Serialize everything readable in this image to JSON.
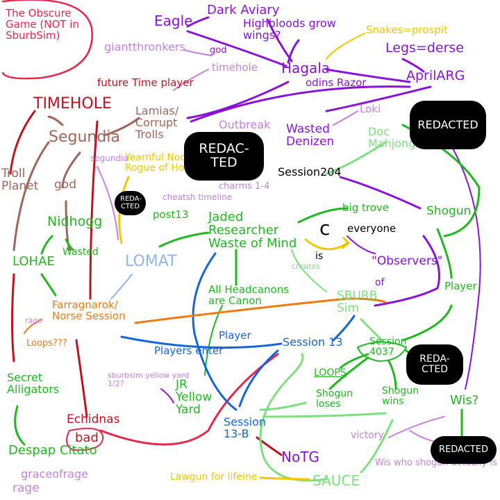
{
  "colors": {
    "red": "#e8264a",
    "darkred": "#c0121c",
    "purple": "#8a12d8",
    "lilac": "#c77fe0",
    "brown": "#a0645a",
    "green": "#1fb81f",
    "lightgreen": "#7de07d",
    "blue": "#1565d8",
    "lightblue": "#8fb4ee",
    "orange": "#f07a10",
    "yellow": "#f0c800",
    "black": "#000000",
    "gray": "#9a9a9a"
  },
  "nodes": {
    "obscure_game": "The Obscure Game (NOT in SburbSim)",
    "eagle": "Eagle",
    "dark_aviary": "Dark Aviary",
    "highbloods": "Highbloods grow wings?",
    "giantthrones": "giantthronkers",
    "god_top": "god",
    "timehole_small": "timehole",
    "hagala": "Hagala",
    "odins_razor": "odins Razor",
    "snakes_prospit": "Snakes=prospit",
    "legs_derse": "Legs=derse",
    "aprilarg": "AprilARG",
    "timehole": "TIMEHOLE",
    "future_time_player": "future Time player",
    "segundia": "Segundia",
    "lamias": "Lamias/ Corrupt Trolls",
    "outbreak": "Outbreak",
    "loki": "Loki",
    "wasted_denizen": "Wasted Denizen",
    "doc_mahjong": "Doc Mahjong",
    "redacted_1": "REDACTED",
    "redacted_2": "REDAC- TED",
    "redacted_3": "REDA- CTED",
    "redacted_4": "REDA- CTED",
    "redacted_5": "REDACTED",
    "segundia_small": "segundia",
    "yearnful_node": "Yearnful Node Rogue of Hope",
    "session204": "Session204",
    "troll_planet": "Troll Planet",
    "god_left": "god",
    "cheatsh": "cheatsh timeline",
    "charms": "charms 1-4",
    "nidhogg": "Nidhogg",
    "post13": "post13",
    "jaded": "Jaded Researcher Waste of Mind",
    "big_trove": "big trove",
    "c_letter": "c",
    "everyone": "everyone",
    "is_label": "is",
    "shogun_top": "Shogun",
    "wasted_small": "Wasted",
    "lohae": "LOHAE",
    "lomat": "LOMAT",
    "observers": "\"Observers\"",
    "of_label": "of",
    "creates": "creates",
    "all_headcanons": "All Headcanons are Canon",
    "sburb_sim": "SBURB Sim",
    "player_right": "Player",
    "ragnarok": "Farragnarok/ Norse Session",
    "rage": "rage",
    "loops_q": "Loops???",
    "player_mid": "Player",
    "session13": "Session 13",
    "session4037": "Session 4037",
    "players_enter": "Players enter",
    "loops": "LOOPS",
    "secret_alligators": "Secret Alligators",
    "sburbsim_yellow": "sburbsim yellow yard 1/2?",
    "jr_yellow_yard": "JR Yellow Yard",
    "shogun_loses": "Shogun loses",
    "shogun_wins": "Shogun wins",
    "wis": "Wis?",
    "echidnas": "Echidnas",
    "bad": "bad",
    "session13b": "Session 13-B",
    "victory": "victory",
    "despap_citato": "Despap Citato",
    "notg": "NoTG",
    "wis_who": "Wis who shogun actually is",
    "graceofrage": "graceofrage",
    "rage_bottom": "rage",
    "lawgun": "Lawgun for lifeine",
    "sauce": "SAUCE"
  }
}
